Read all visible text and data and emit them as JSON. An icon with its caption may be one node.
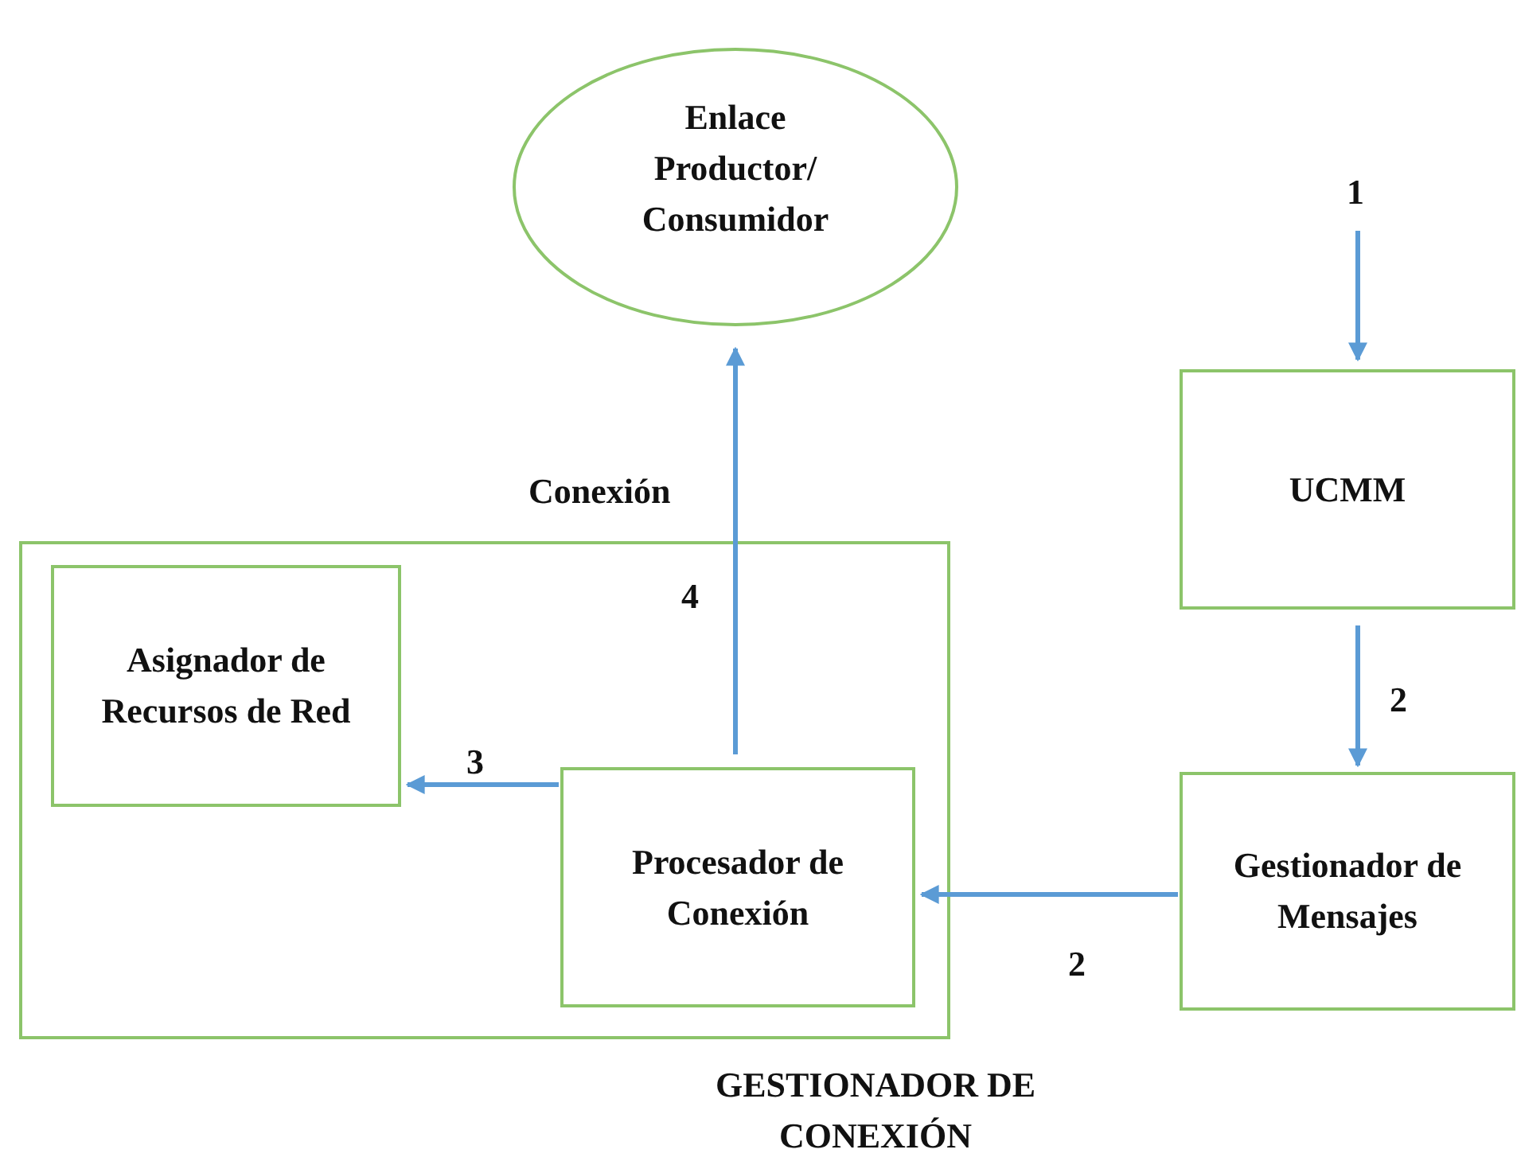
{
  "diagram": {
    "nodes": [
      {
        "text": [
          "Enlace Productor/ Consumidor"
        ]
      },
      {
        "text": [
          "GESTIONADOR DE CONEXIÓN"
        ]
      },
      {
        "text": [
          "Asignador de Recursos de Red"
        ],
        "in": 1
      },
      {
        "text": [
          "Procesador de Conexión"
        ],
        "in": 1
      },
      {
        "text": [
          "UCMM"
        ]
      },
      {
        "text": [
          "Gestionador de Mensajes"
        ]
      }
    ],
    "edges": [
      {
        "from": null,
        "to": 4,
        "arrow": "to",
        "label": "1"
      },
      {
        "from": 4,
        "to": 5,
        "arrow": "to",
        "label": "2"
      },
      {
        "from": 5,
        "to": 3,
        "arrow": "to",
        "label": "2"
      },
      {
        "from": 3,
        "to": 2,
        "arrow": "to",
        "label": "3"
      },
      {
        "from": 3,
        "to": 0,
        "arrow": "to",
        "label": "4"
      }
    ],
    "labels": [
      "Conexión"
    ]
  }
}
